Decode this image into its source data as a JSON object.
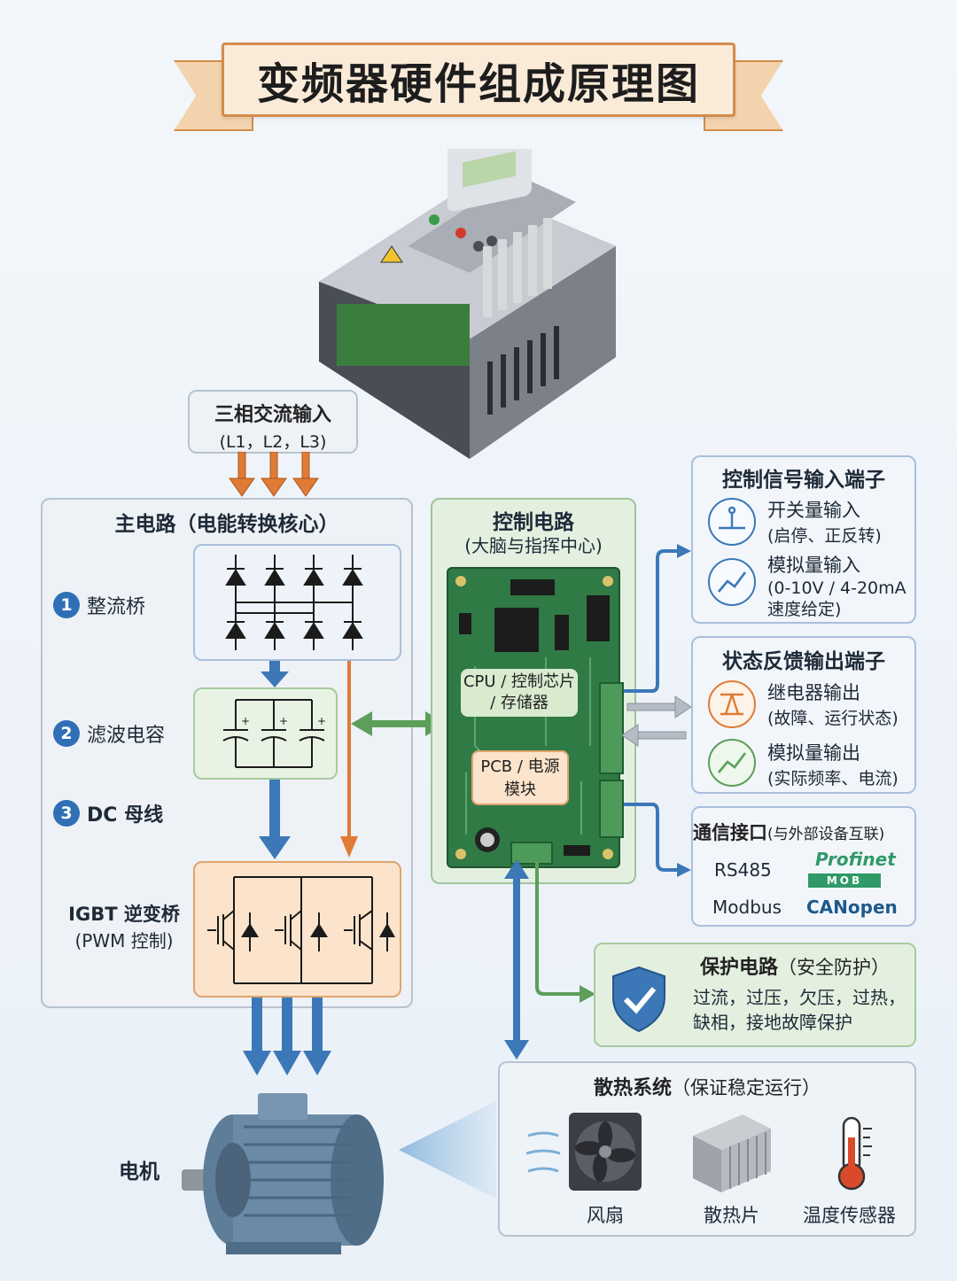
{
  "title": "变频器硬件组成原理图",
  "input": {
    "label": "三相交流输入",
    "sub": "(L1，L2，L3)"
  },
  "main_circuit": {
    "title": "主电路（电能转换核心）",
    "items": [
      {
        "num": "1",
        "label": "整流桥"
      },
      {
        "num": "2",
        "label": "滤波电容"
      },
      {
        "num": "3",
        "label": "DC 母线"
      }
    ],
    "igbt_label": "IGBT 逆变桥",
    "igbt_sub": "(PWM 控制)"
  },
  "control_circuit": {
    "title": "控制电路",
    "sub": "(大脑与指挥中心)",
    "cpu_label": "CPU / 控制芯片 / 存储器",
    "psu_label": "PCB / 电源模块"
  },
  "control_input": {
    "title": "控制信号输入端子",
    "items": [
      {
        "label": "开关量输入",
        "sub": "(启停、正反转)",
        "icon": "switch-icon"
      },
      {
        "label": "模拟量输入",
        "sub": "(0-10V / 4-20mA 速度给定)",
        "icon": "chart-icon"
      }
    ]
  },
  "status_output": {
    "title": "状态反馈输出端子",
    "items": [
      {
        "label": "继电器输出",
        "sub": "(故障、运行状态)",
        "icon": "relay-icon"
      },
      {
        "label": "模拟量输出",
        "sub": "(实际频率、电流)",
        "icon": "chart-icon"
      }
    ]
  },
  "comm": {
    "title": "通信接口",
    "title_sub": "(与外部设备互联)",
    "left": [
      "RS485",
      "Modbus"
    ],
    "logos": [
      "Profinet",
      "MOB",
      "CANopen"
    ]
  },
  "protection": {
    "title": "保护电路",
    "title_sub": "（安全防护）",
    "desc": "过流，过压，欠压，过热，缺相，接地故障保护"
  },
  "cooling": {
    "title": "散热系统",
    "title_sub": "（保证稳定运行）",
    "items": [
      "风扇",
      "散热片",
      "温度传感器"
    ]
  },
  "motor_label": "电机",
  "colors": {
    "orange": "#e07b35",
    "blue": "#3c78b8",
    "green": "#5c9e5a",
    "accent": "#d38c4c"
  }
}
